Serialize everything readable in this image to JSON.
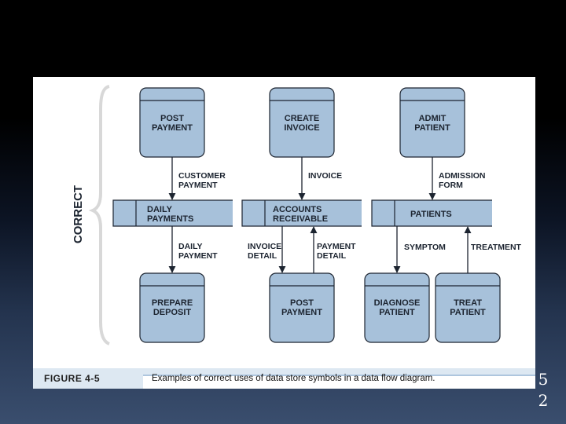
{
  "side_label": "CORRECT",
  "processes": {
    "post_payment_top": [
      "POST",
      "PAYMENT"
    ],
    "create_invoice": [
      "CREATE",
      "INVOICE"
    ],
    "admit_patient": [
      "ADMIT",
      "PATIENT"
    ],
    "prepare_deposit": [
      "PREPARE",
      "DEPOSIT"
    ],
    "post_payment_bottom": [
      "POST",
      "PAYMENT"
    ],
    "diagnose_patient": [
      "DIAGNOSE",
      "PATIENT"
    ],
    "treat_patient": [
      "TREAT",
      "PATIENT"
    ]
  },
  "data_stores": {
    "daily_payments": [
      "DAILY",
      "PAYMENTS"
    ],
    "accounts_receivable": [
      "ACCOUNTS",
      "RECEIVABLE"
    ],
    "patients": [
      "PATIENTS"
    ]
  },
  "flows": {
    "customer_payment": [
      "CUSTOMER",
      "PAYMENT"
    ],
    "invoice": [
      "INVOICE"
    ],
    "admission_form": [
      "ADMISSION",
      "FORM"
    ],
    "daily_payment": [
      "DAILY",
      "PAYMENT"
    ],
    "invoice_detail": [
      "INVOICE",
      "DETAIL"
    ],
    "payment_detail": [
      "PAYMENT",
      "DETAIL"
    ],
    "symptom": [
      "SYMPTOM"
    ],
    "treatment": [
      "TREATMENT"
    ]
  },
  "caption": {
    "figure_number": "FIGURE 4-5",
    "text": "Examples of correct uses of data store symbols in a data flow diagram."
  },
  "slide_number": "52",
  "colors": {
    "process_fill": "#a7c1da",
    "process_header": "#c9dbea",
    "store_fill": "#a7c1da",
    "caption_bar": "#aec6de"
  }
}
